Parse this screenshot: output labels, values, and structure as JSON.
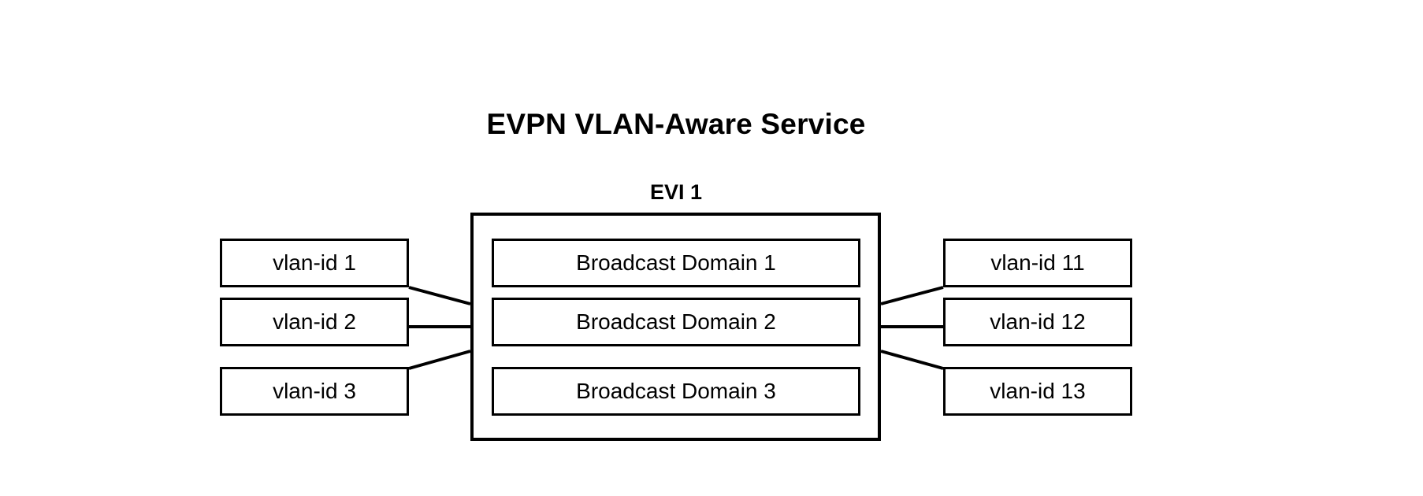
{
  "diagram": {
    "title": "EVPN VLAN-Aware Service",
    "container": {
      "label": "EVI 1",
      "name": "evi-1"
    },
    "colors": {
      "stroke": "#000000",
      "background": "#ffffff",
      "text": "#000000"
    },
    "left_nodes": [
      {
        "label": "vlan-id 1",
        "id": "vlan-id-1"
      },
      {
        "label": "vlan-id 2",
        "id": "vlan-id-2"
      },
      {
        "label": "vlan-id 3",
        "id": "vlan-id-3"
      }
    ],
    "broadcast_domains": [
      {
        "label": "Broadcast Domain 1",
        "id": "broadcast-domain-1"
      },
      {
        "label": "Broadcast Domain 2",
        "id": "broadcast-domain-2"
      },
      {
        "label": "Broadcast Domain 3",
        "id": "broadcast-domain-3"
      }
    ],
    "right_nodes": [
      {
        "label": "vlan-id 11",
        "id": "vlan-id-11"
      },
      {
        "label": "vlan-id 12",
        "id": "vlan-id-12"
      },
      {
        "label": "vlan-id 13",
        "id": "vlan-id-13"
      }
    ],
    "connections": [
      {
        "from": "vlan-id 1",
        "to": "Broadcast Domain 1"
      },
      {
        "from": "vlan-id 2",
        "to": "Broadcast Domain 2"
      },
      {
        "from": "vlan-id 3",
        "to": "Broadcast Domain 3"
      },
      {
        "from": "vlan-id 11",
        "to": "Broadcast Domain 1"
      },
      {
        "from": "vlan-id 12",
        "to": "Broadcast Domain 2"
      },
      {
        "from": "vlan-id 13",
        "to": "Broadcast Domain 3"
      }
    ]
  }
}
